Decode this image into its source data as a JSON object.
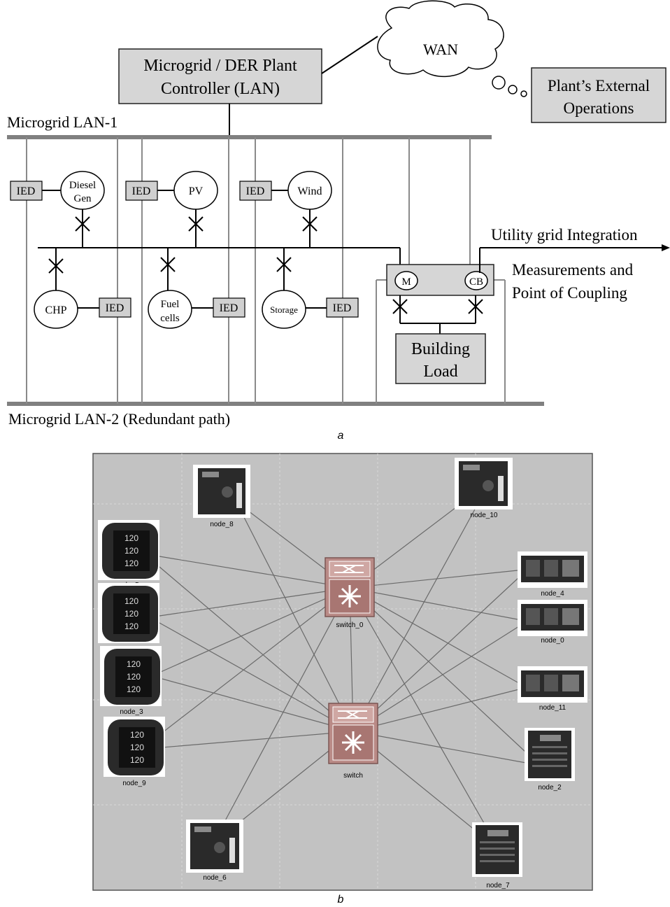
{
  "panel_a": {
    "controller_line1": "Microgrid / DER Plant",
    "controller_line2": "Controller (LAN)",
    "wan": "WAN",
    "external_line1": "Plant’s External",
    "external_line2": "Operations",
    "lan1": "Microgrid LAN-1",
    "lan2": "Microgrid LAN-2 (Redundant path)",
    "ied": "IED",
    "diesel_line1": "Diesel",
    "diesel_line2": "Gen",
    "pv": "PV",
    "wind": "Wind",
    "chp": "CHP",
    "fuel_line1": "Fuel",
    "fuel_line2": "cells",
    "storage": "Storage",
    "m": "M",
    "cb": "CB",
    "utility": "Utility grid Integration",
    "measure_line1": "Measurements and",
    "measure_line2": "Point of Coupling",
    "load_line1": "Building",
    "load_line2": "Load",
    "caption": "a"
  },
  "panel_b": {
    "switch_top": "switch_0",
    "switch_bottom": "switch",
    "nodes": {
      "n8": "node_8",
      "n10": "node_10",
      "n5": "node_5",
      "n4": "node_4",
      "n0": "node_0",
      "n3": "node_3",
      "n11": "node_11",
      "n9": "node_9",
      "n2": "node_2",
      "n6": "node_6",
      "n7": "node_7"
    },
    "caption": "b"
  }
}
